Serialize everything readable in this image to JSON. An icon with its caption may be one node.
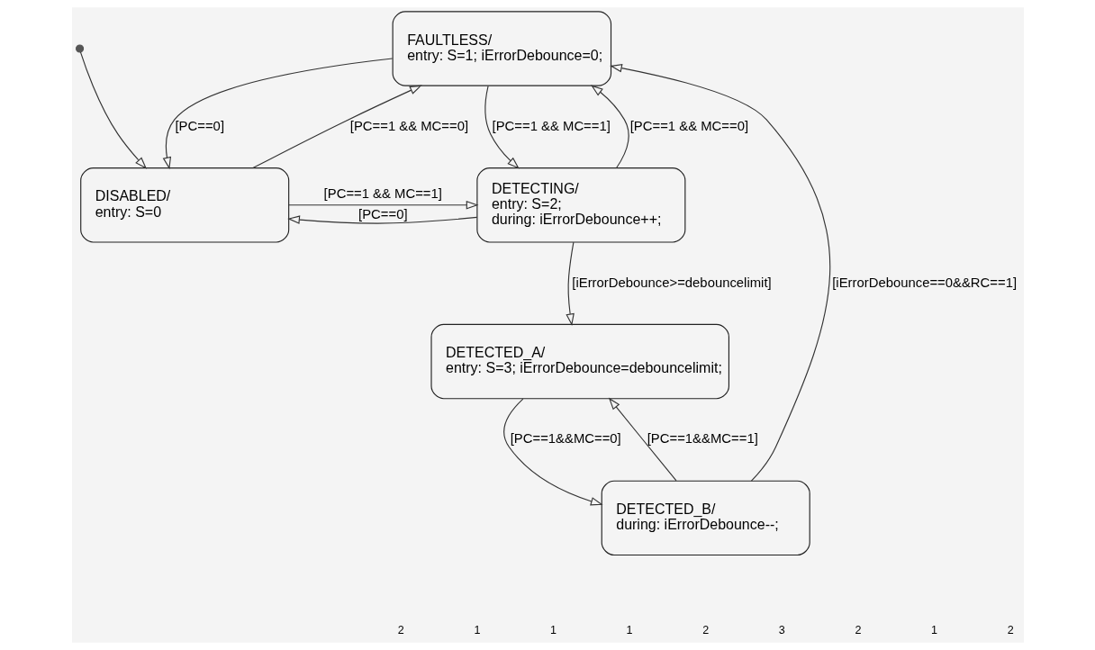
{
  "diagram": {
    "nodes": [
      {
        "text": [],
        "shape": "circle"
      },
      {
        "text": [
          "FAULTLESS/",
          "entry: S=1; iErrorDebounce=0;"
        ]
      },
      {
        "text": [
          "DISABLED/",
          "entry: S=0"
        ]
      },
      {
        "text": [
          "DETECTING/",
          "entry: S=2;",
          "during: iErrorDebounce++;"
        ]
      },
      {
        "text": [
          "DETECTED_A/",
          "entry: S=3; iErrorDebounce=debouncelimit;"
        ]
      },
      {
        "text": [
          "DETECTED_B/",
          "during: iErrorDebounce--;"
        ]
      }
    ],
    "edges": [
      {
        "from": 0,
        "to": 2,
        "arrow": "to"
      },
      {
        "from": 1,
        "to": 2,
        "arrow": "to",
        "label": "[PC==0]"
      },
      {
        "from": 2,
        "to": 1,
        "arrow": "to",
        "label": "[PC==1 && MC==0]"
      },
      {
        "from": 1,
        "to": 3,
        "arrow": "to",
        "label": "[PC==1 && MC==1]"
      },
      {
        "from": 3,
        "to": 1,
        "arrow": "to",
        "label": "[PC==1 && MC==0]"
      },
      {
        "from": 2,
        "to": 3,
        "arrow": "to",
        "label": "[PC==1 && MC==1]"
      },
      {
        "from": 3,
        "to": 2,
        "arrow": "to",
        "label": "[PC==0]"
      },
      {
        "from": 3,
        "to": 4,
        "arrow": "to",
        "label": "[iErrorDebounce>=debouncelimit]"
      },
      {
        "from": 5,
        "to": 4,
        "arrow": "to",
        "label": "[PC==1&&MC==1]"
      },
      {
        "from": 4,
        "to": 5,
        "arrow": "to",
        "label": "[PC==1&&MC==0]"
      },
      {
        "from": 5,
        "to": 1,
        "arrow": "to",
        "label": "[iErrorDebounce==0&&RC==1]"
      }
    ],
    "labels": [
      "2",
      "1",
      "1",
      "1",
      "2",
      "3",
      "2",
      "1",
      "2"
    ]
  }
}
